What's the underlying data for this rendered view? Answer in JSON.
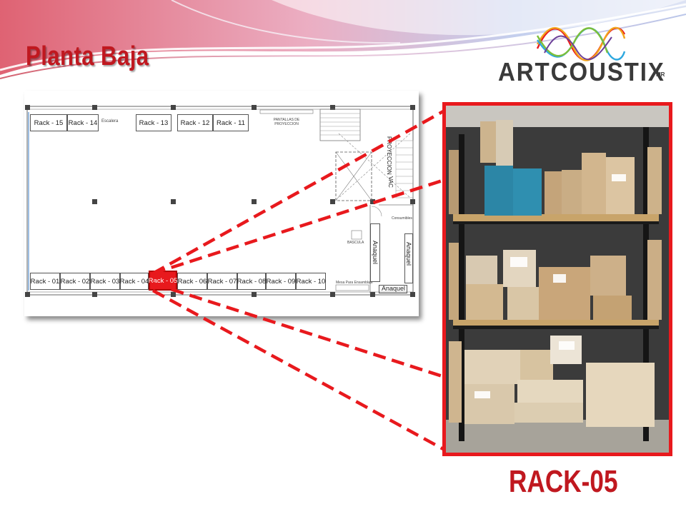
{
  "slide": {
    "title": "Planta Baja",
    "caption": "RACK-05"
  },
  "logo": {
    "wordmark": "ARTCOUSTIX",
    "mark": "MR"
  },
  "plan": {
    "top_racks": [
      "Rack - 15",
      "Rack - 14",
      "Rack - 13",
      "Rack - 12",
      "Rack - 11"
    ],
    "bottom_racks": [
      "Rack - 01",
      "Rack - 02",
      "Rack - 03",
      "Rack - 04",
      "Rack - 05",
      "Rack - 06",
      "Rack - 07",
      "Rack - 08",
      "Rack - 09",
      "Rack - 10"
    ],
    "highlighted_rack": "Rack - 05",
    "escalera": "Escalera",
    "pantallas": "PANTALLAS DE PROYECCION",
    "proyeccion_vertical": "PROYECCION",
    "vac": "VAC",
    "bascula": "BASCULA",
    "consumibles": "Consumibles",
    "mesa": "Mesa Para Ensamblaje",
    "anaquel_1": "Anaquel",
    "anaquel_2": "Anaquel",
    "anaquel_3": "Anaquel"
  },
  "colors": {
    "accent_red": "#e8191d",
    "title_red": "#c0181f",
    "logo_gray": "#3a3a3a"
  }
}
